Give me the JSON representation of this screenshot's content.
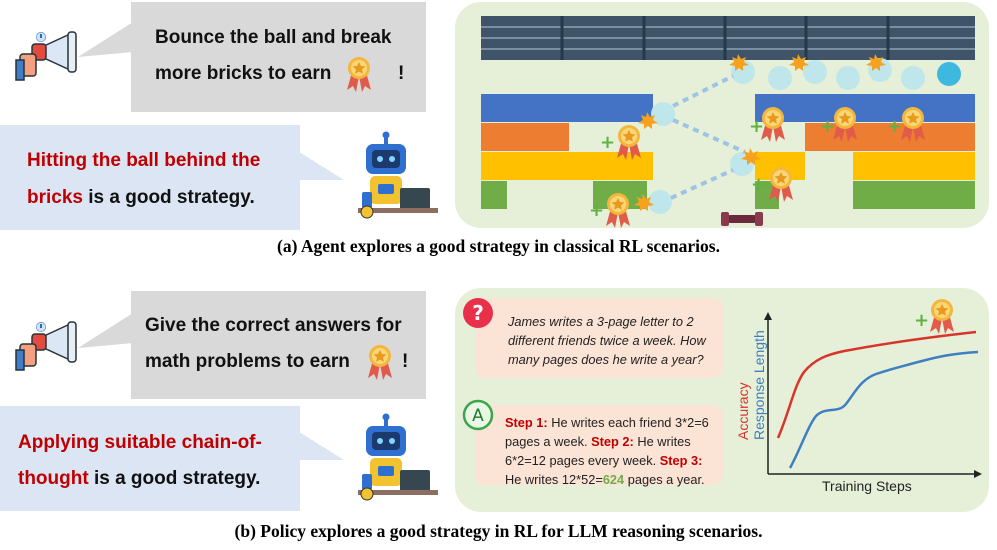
{
  "top": {
    "bubble_line1": "Bounce the ball and break",
    "bubble_line2": "more bricks to earn",
    "bubble_end": "!",
    "reply_red_1": "Hitting the ball behind the",
    "reply_red_2": "bricks",
    "reply_rest": " is a good strategy.",
    "caption": "(a) Agent explores a good strategy in classical RL scenarios."
  },
  "bottom": {
    "bubble_line1": "Give the correct answers for",
    "bubble_line2": "math problems to earn",
    "bubble_end": "!",
    "reply_red_1": "Applying suitable chain-of-",
    "reply_red_2": "thought",
    "reply_rest": " is a good strategy.",
    "question": "James writes a 3-page letter to 2 different friends twice a week. How many pages does he write a year?",
    "step1_label": "Step 1:",
    "step1_text": " He writes each friend 3*2=6 pages a week. ",
    "step2_label": "Step 2:",
    "step2_text": " He writes 6*2=12 pages every week. ",
    "step3_label": "Step 3:",
    "step3_text": " He writes 12*52=",
    "answer": "624",
    "answer_tail": " pages a year.",
    "chart_ylabel_accuracy": "Accuracy",
    "chart_ylabel_length": "Response Length",
    "chart_xlabel": "Training Steps",
    "caption": "(b) Policy explores a good strategy in RL for LLM reasoning scenarios."
  },
  "colors": {
    "accuracy_curve": "#d9342b",
    "length_curve": "#3e7fc1",
    "reply_red": "#c00000",
    "answer_green": "#70ad47",
    "panel_bg": "#e6f0d8",
    "bubble_gray": "#d9d9d9",
    "bubble_blue": "#dbe5f4"
  },
  "icons": [
    "megaphone-hand-icon",
    "robot-laptop-icon",
    "medal-icon",
    "question-icon",
    "answer-icon",
    "paddle-icon",
    "brick-wall-icon"
  ]
}
